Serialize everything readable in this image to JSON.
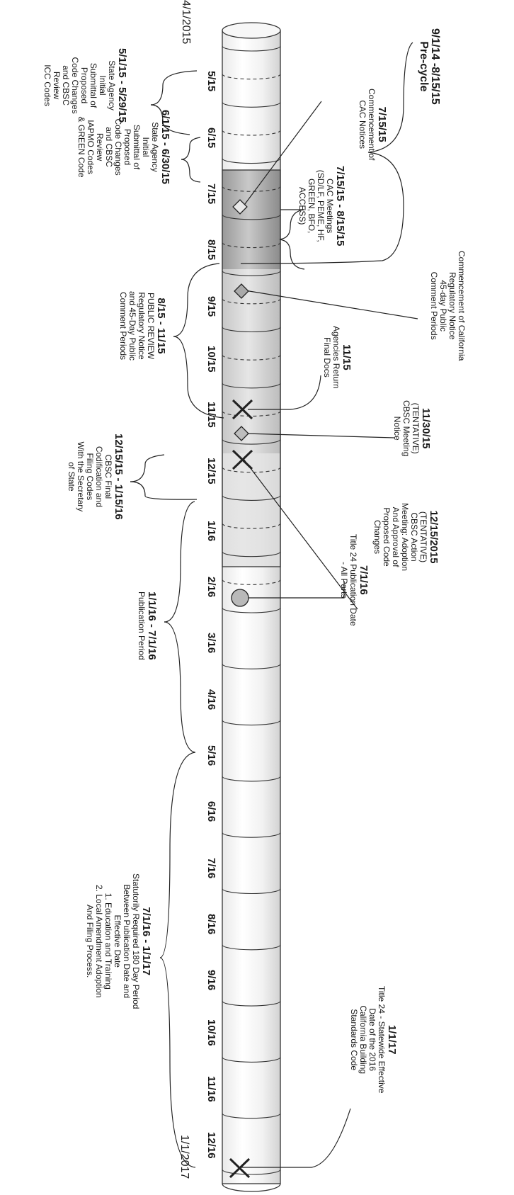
{
  "start_date": "4/1/2015",
  "end_date": "1/1/2017",
  "months": [
    "5/15",
    "6/15",
    "7/15",
    "8/15",
    "9/15",
    "10/15",
    "11/15",
    "12/15",
    "1/16",
    "2/16",
    "3/16",
    "4/16",
    "5/16",
    "6/16",
    "7/16",
    "8/16",
    "9/16",
    "10/16",
    "11/16",
    "12/16"
  ],
  "events_right": [
    {
      "title": "9/1/14 -8/15/15",
      "body": [
        "Pre-cycle"
      ]
    },
    {
      "title": "7/15/15",
      "body": [
        "Commencement of",
        "CAC Notices"
      ]
    },
    {
      "title": "7/15/15 - 8/15/15",
      "body": [
        "CAC Meetings",
        "(SD/LF, PEME, HF,",
        "GREEN, BFO,",
        "ACCESS)"
      ]
    },
    {
      "title": "",
      "body": [
        "Commencement of California",
        "Regulatory Notice",
        "45-day Public",
        "Comment Periods"
      ]
    },
    {
      "title": "11/15",
      "body": [
        "Agencies Return",
        "Final Docs"
      ]
    },
    {
      "title": "11/30/15",
      "body": [
        "(TENTATIVE)",
        "CBSC Meeting",
        "Notice"
      ]
    },
    {
      "title": "12/15/2015",
      "body": [
        "(TENTATIVE)",
        "CBSC Action",
        "Meeting: Adoption",
        "And Approval of",
        "Proposed Code",
        "Changes"
      ]
    },
    {
      "title": "7/1/16",
      "body": [
        "Title 24 Publication Date",
        "- All Parts"
      ]
    },
    {
      "title": "1/1/17",
      "body": [
        "Title 24 - Statewide Effective",
        "Date of the 2016",
        "California Building",
        "Standards Code"
      ]
    }
  ],
  "events_left": [
    {
      "title": "5/1/15 - 5/29/15",
      "body": [
        "State Agency",
        "Initial",
        "Submittal of",
        "Proposed",
        "Code Changes",
        "and CBSC",
        "Review",
        "ICC Codes"
      ]
    },
    {
      "title": "6/1/15 - 6/30/15",
      "body": [
        "State Agency",
        "Initial",
        "Submittal of",
        "Proposed",
        "Code Changes",
        "and CBSC",
        "Review",
        "IAPMO Codes",
        "& GREEN Code"
      ]
    },
    {
      "title": "8/15 - 11/15",
      "body": [
        "PUBLIC REVIEW",
        "Regulatory Notice",
        "and 45-Day Public",
        "Comment Periods"
      ]
    },
    {
      "title": "12/15/15 - 1/15/16",
      "body": [
        "CBSC Final",
        "Codification and",
        "Filing Codes",
        "With the Secretary",
        "of State"
      ]
    },
    {
      "title": "1/1/16 - 7/1/16",
      "body": [
        "Publication Period"
      ]
    },
    {
      "title": "7/1/16 - 1/1/17",
      "body": [
        "Statutorily Required 180 Day Period",
        "Between Publication Date and",
        "Effective Date",
        "1. Education and Training",
        "2. Local Amendment Adoption",
        "And Filing Process."
      ]
    }
  ]
}
